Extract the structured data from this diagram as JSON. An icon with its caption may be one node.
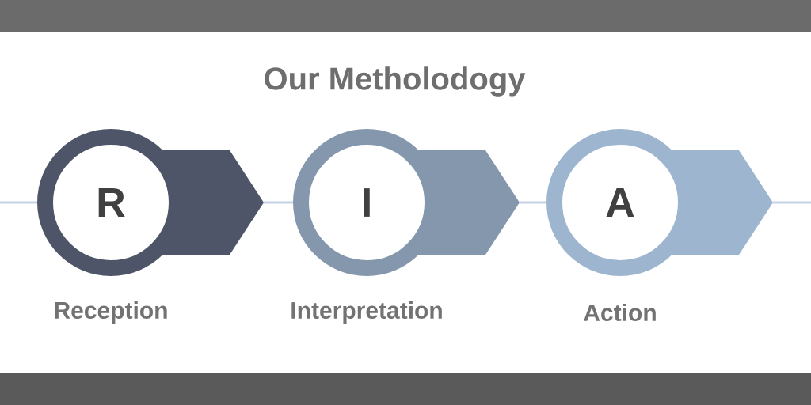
{
  "diagram": {
    "title": "Our Metholodogy",
    "nodes": [
      {
        "text": [
          "R"
        ],
        "beside": [
          "Reception"
        ]
      },
      {
        "text": [
          "I"
        ],
        "beside": [
          "Interpretation"
        ]
      },
      {
        "text": [
          "A"
        ],
        "beside": [
          "Action"
        ]
      }
    ],
    "edges": [
      {
        "from": null,
        "to": 0,
        "arrow": "none"
      },
      {
        "from": 0,
        "to": 1,
        "arrow": "none"
      },
      {
        "from": 1,
        "to": 2,
        "arrow": "none"
      },
      {
        "from": 2,
        "to": null,
        "arrow": "none"
      }
    ]
  }
}
